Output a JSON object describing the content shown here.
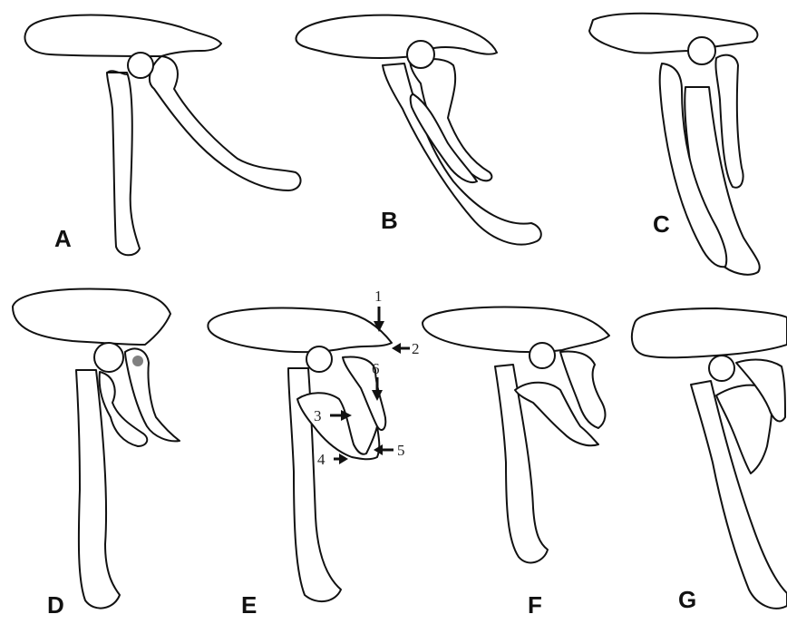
{
  "panels": [
    {
      "id": "A",
      "label": "A"
    },
    {
      "id": "B",
      "label": "B"
    },
    {
      "id": "C",
      "label": "C"
    },
    {
      "id": "D",
      "label": "D"
    },
    {
      "id": "E",
      "label": "E"
    },
    {
      "id": "F",
      "label": "F"
    },
    {
      "id": "G",
      "label": "G"
    }
  ],
  "annotations": [
    "1",
    "2",
    "3",
    "4",
    "5",
    "6"
  ],
  "colors": {
    "outline": "#111111",
    "background": "#ffffff",
    "marker": "#808080"
  }
}
